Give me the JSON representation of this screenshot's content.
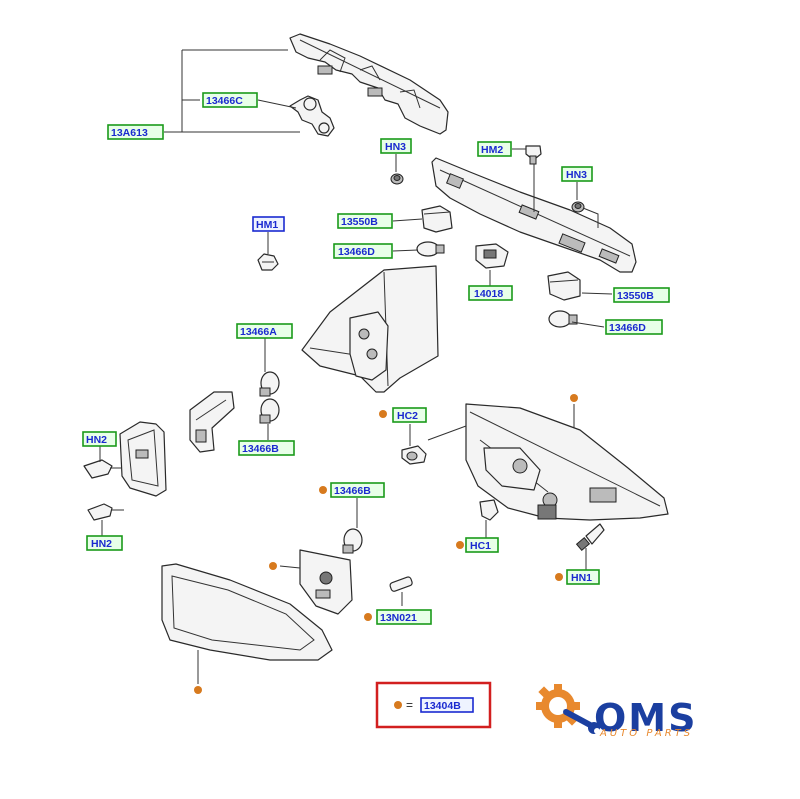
{
  "labels": {
    "l_13a613": "13A613",
    "l_13466c": "13466C",
    "l_hn3_a": "HN3",
    "l_hm2": "HM2",
    "l_hn3_b": "HN3",
    "l_hm1": "HM1",
    "l_13550b_a": "13550B",
    "l_13466d_a": "13466D",
    "l_14018": "14018",
    "l_13550b_b": "13550B",
    "l_13466d_b": "13466D",
    "l_13466a": "13466A",
    "l_13466b_a": "13466B",
    "l_hn2_a": "HN2",
    "l_hn2_b": "HN2",
    "l_hc2": "HC2",
    "l_13466b_b": "13466B",
    "l_hc1": "HC1",
    "l_hn1": "HN1",
    "l_13n021": "13N021"
  },
  "legend": {
    "equals": "=",
    "part": "13404B"
  },
  "brand": {
    "name": "OMS",
    "tagline": "AUTO PARTS"
  },
  "colors": {
    "label_text": "#1a2ad0",
    "label_border": "#1a9a1a",
    "marker_dot": "#d77a1e",
    "legend_border": "#d21f1f",
    "brand_orange": "#e8892e",
    "brand_blue": "#1b3fa0"
  }
}
